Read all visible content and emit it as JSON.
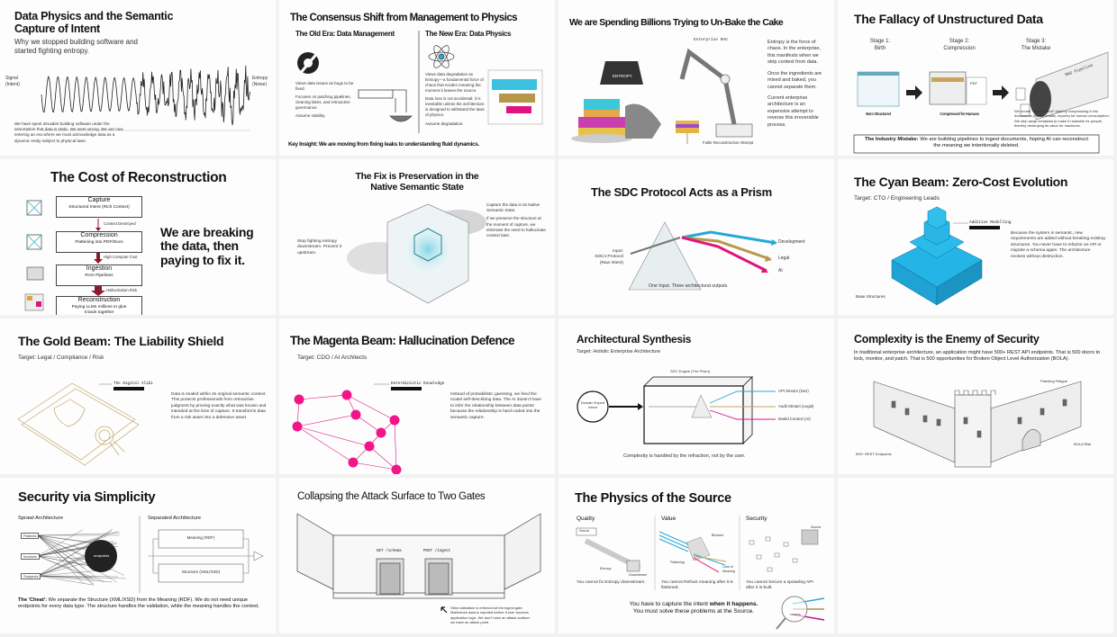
{
  "slides": [
    {
      "title": "Data Physics and the Semantic Capture of Intent",
      "subtitle": "Why we stopped building software and started fighting entropy.",
      "signal_label": "Signal (Intent)",
      "entropy_label": "Entropy (Noise)",
      "body": "We have spent decades building software under the assumption that data is static. We were wrong. We are now entering an era where we must acknowledge data as a dynamic entity subject to physical laws."
    },
    {
      "title": "The Consensus Shift from Management to Physics",
      "old_heading": "The Old Era: Data Management",
      "old_text": [
        "Views data issues as bugs to be fixed.",
        "Focuses on patching pipelines, cleaning lakes, and retroactive governance.",
        "Assume stability."
      ],
      "new_heading": "The New Era: Data Physics",
      "new_text": [
        "Views data degradation as Entropy—a fundamental force of chaos that erodes meaning the moment it leaves the source.",
        "Data loss is not accidental; it is inevitable unless the architecture is designed to withstand the laws of physics.",
        "Assume degradation."
      ],
      "insight": "Key Insight: We are moving from fixing leaks to understanding fluid dynamics."
    },
    {
      "title": "We are Spending Billions Trying to Un-Bake the Cake",
      "weight_label": "ENTROPY",
      "robot_label": "Enterprise RAG",
      "caption": "Futile Reconstruction Attempt",
      "text": [
        "Entropy is the force of chaos. In the enterprise, this manifests when we strip context from data.",
        "Once the ingredients are mixed and baked, you cannot separate them.",
        "Current enterprise architecture is an expensive attempt to reverse this irreversible process."
      ]
    },
    {
      "title": "The Fallacy of Unstructured Data",
      "stages": [
        "Stage 1:\nBirth",
        "Stage 2:\nCompression",
        "Stage 3:\nThe Mistake"
      ],
      "captions": [
        "Born Structured",
        "Compressed for Humans"
      ],
      "pdf_label": "PDF",
      "pipeline_label": "RAG Pipeline",
      "mistake_text": "We create \"unstructured\" data by compressing it into documents (PDFs, emails, reports) for human consumption. We strip away metadata to make it readable for people, thereby destroying its value for machines.",
      "industry_bold": "The Industry Mistake:",
      "industry_text": " We are building pipelines to ingest documents, hoping AI can reconstruct the meaning we intentionally deleted."
    },
    {
      "title": "The Cost of Reconstruction",
      "steps": [
        {
          "name": "Capture",
          "desc": "Structured Intent (Rich Context)"
        },
        {
          "name": "Compression",
          "desc": "Flattening into PDF/Docs"
        },
        {
          "name": "Ingestion",
          "desc": "RAG Pipelines"
        },
        {
          "name": "Reconstruction",
          "desc": "Paying LLMs millions to glue it back together"
        }
      ],
      "arrows": [
        "Context Destroyed",
        "High Compute Cost",
        "Hallucination Risk"
      ],
      "statement": "We are breaking the data, then paying to fix it."
    },
    {
      "title": "The Fix is Preservation in the Native Semantic State",
      "left_text": "Stop fighting entropy downstream. Prevent it upstream.",
      "right_text": [
        "Capture the data in its Native Semantic State.",
        "If we preserve the structure at the moment of capture, we eliminate the need to hallucinate context later."
      ]
    },
    {
      "title": "The SDC Protocol Acts as a Prism",
      "input_label": "Input:\nSDC4 Protocol\n(Raw Intent)",
      "outputs": [
        "Development",
        "Legal",
        "AI"
      ],
      "caption": "One Input. Three architectural outputs.",
      "colors": {
        "cyan": "#22a9d6",
        "gold": "#b8974a",
        "magenta": "#e0147f"
      }
    },
    {
      "title": "The Cyan Beam: Zero-Cost Evolution",
      "target": "Target: CTO / Engineering Leads",
      "callout": "Additive Modelling",
      "base_label": "Base Structures",
      "text": "Because the system is semantic, new requirements are added without breaking existing structures. You never have to refactor an API or migrate a schema again. The architecture evolves without destruction."
    },
    {
      "title": "The Gold Beam: The Liability Shield",
      "target": "Target: Legal / Compliance / Risk",
      "callout": "The Digital Alibi",
      "text": "Data is sealed within its original semantic context. This protects professionals from retroactive judgment by proving exactly what was known and intended at the time of capture. It transforms data from a risk asset into a defensive asset."
    },
    {
      "title": "The Magenta Beam: Hallucination Defence",
      "target": "Target: CDO / AI Architects",
      "callout": "Deterministic Knowledge",
      "text": "Instead of probabilistic guessing, we feed the model self-describing data. The AI doesn't have to infer the relationship between data points because the relationship is hard-coded into the semantic capture."
    },
    {
      "title": "Architectural Synthesis",
      "target": "Target: Holistic Enterprise Architecture",
      "engine_label": "SDC Engine (The Prism)",
      "input_label": "Domain Expert Intent",
      "streams": [
        "API Stream (Dev)",
        "Audit Stream (Legal)",
        "Model Context (AI)"
      ],
      "caption": "Complexity is handled by the refraction, not by the user."
    },
    {
      "title": "Complexity is the Enemy of Security",
      "text": "In traditional enterprise architecture, an application might have 500+ REST API endpoints. That is 500 doors to lock, monitor, and patch. That is 500 opportunities for Broken Object Level Authorization (BOLA).",
      "labels": [
        "Patching Fatigue",
        "500+ REST Endpoints",
        "BOLA Risk"
      ]
    },
    {
      "title": "Security via Simplicity",
      "left_heading": "Sprawl Architecture",
      "right_heading": "Separated Architecture",
      "sources": [
        "Patients",
        "Invoices",
        "Suspects"
      ],
      "endpoints_label": "endpoints",
      "layers": [
        "Meaning (RDF)",
        "Structure (XML/XSD)"
      ],
      "cheat_bold": "The 'Cheat':",
      "cheat_text": " We separate the Structure (XML/XSD) from the Meaning (RDF). We do not need unique endpoints for every data type. The structure handles the validation, while the meaning handles the context."
    },
    {
      "title": "Collapsing the Attack Surface to Two Gates",
      "gates": [
        "GET /schema",
        "POST /ingest"
      ],
      "text": "Strict validation is enforced at the ingest gate. Malformed data is rejected before it ever touches application logic. We don't have an attack surface; we have an attack point."
    },
    {
      "title": "The Physics of the Source",
      "columns": [
        {
          "heading": "Quality",
          "text": "You cannot fix Entropy downstream.",
          "labels": [
            "Source",
            "Entropy",
            "Downstream"
          ]
        },
        {
          "heading": "Value",
          "text": "You cannot Refract meaning after it is flattened.",
          "labels": [
            "Blocked",
            "Flattening",
            "Loss of Meaning"
          ]
        },
        {
          "heading": "Security",
          "text": "You cannot Secure a sprawling API after it is built.",
          "labels": [
            "Source"
          ]
        }
      ],
      "closing_1a": "You have to capture the intent ",
      "closing_1b": "when it happens.",
      "closing_2": "You must solve these problems at the Source.",
      "lens_label": "SOURCE"
    }
  ]
}
